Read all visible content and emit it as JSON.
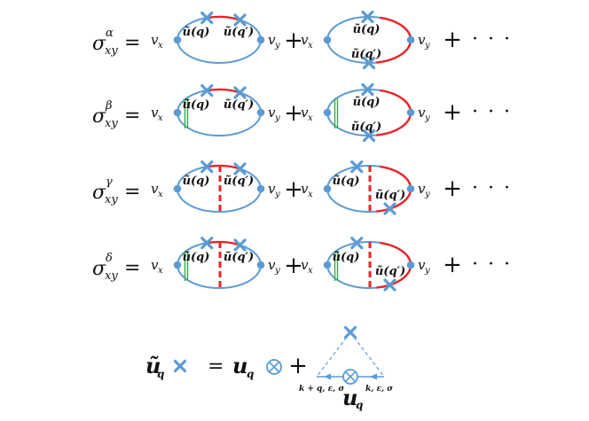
{
  "rows": [
    {
      "lhs": {
        "sigma": "σ",
        "sub": "xy",
        "sup": "α",
        "equals": "="
      },
      "plus": "+",
      "tail_plus": "+",
      "dots": "· · ·",
      "left_vertex": "v",
      "left_vertex_sub": "x",
      "right_vertex": "v",
      "right_vertex_sub": "y",
      "diagrams": [
        {
          "crosses": [
            "top-a",
            "top-b"
          ],
          "red_arc": "top",
          "green_ladder": false,
          "red_dashed": false,
          "labels": [
            "ũ(q)",
            "ũ(q′)"
          ],
          "label_pos": [
            "top-left",
            "top-right"
          ]
        },
        {
          "crosses": [
            "top-mid",
            "bottom-mid"
          ],
          "red_arc": "right",
          "green_ladder": false,
          "red_dashed": false,
          "labels": [
            "ũ(q)",
            "ũ(q′)"
          ],
          "label_pos": [
            "top-center",
            "bottom-center"
          ]
        }
      ]
    },
    {
      "lhs": {
        "sigma": "σ",
        "sub": "xy",
        "sup": "β",
        "equals": "="
      },
      "plus": "+",
      "tail_plus": "+",
      "dots": "· · ·",
      "left_vertex": "v",
      "left_vertex_sub": "x",
      "right_vertex": "v",
      "right_vertex_sub": "y",
      "diagrams": [
        {
          "crosses": [
            "top-a",
            "top-b"
          ],
          "red_arc": "top",
          "green_ladder": true,
          "red_dashed": false,
          "labels": [
            "ũ(q)",
            "ũ(q′)"
          ],
          "label_pos": [
            "top-left",
            "top-right"
          ]
        },
        {
          "crosses": [
            "top-mid",
            "bottom-mid"
          ],
          "red_arc": "right",
          "green_ladder": true,
          "red_dashed": false,
          "labels": [
            "ũ(q)",
            "ũ(q′)"
          ],
          "label_pos": [
            "top-center",
            "bottom-center"
          ]
        }
      ]
    },
    {
      "lhs": {
        "sigma": "σ",
        "sub": "xy",
        "sup": "γ",
        "equals": "="
      },
      "plus": "+",
      "tail_plus": "+",
      "dots": "· · ·",
      "left_vertex": "v",
      "left_vertex_sub": "x",
      "right_vertex": "v",
      "right_vertex_sub": "y",
      "diagrams": [
        {
          "crosses": [
            "top-a",
            "top-b"
          ],
          "red_arc": "top",
          "green_ladder": false,
          "red_dashed": true,
          "labels": [
            "ũ(q)",
            "ũ(q′)"
          ],
          "label_pos": [
            "top-left",
            "top-right"
          ]
        },
        {
          "crosses": [
            "top-a",
            "bottom-right"
          ],
          "red_arc": "right",
          "green_ladder": false,
          "red_dashed": true,
          "labels": [
            "ũ(q)",
            "ũ(q′)"
          ],
          "label_pos": [
            "top-left",
            "bottom-right"
          ]
        }
      ]
    },
    {
      "lhs": {
        "sigma": "σ",
        "sub": "xy",
        "sup": "δ",
        "equals": "="
      },
      "plus": "+",
      "tail_plus": "+",
      "dots": "· · ·",
      "left_vertex": "v",
      "left_vertex_sub": "x",
      "right_vertex": "v",
      "right_vertex_sub": "y",
      "diagrams": [
        {
          "crosses": [
            "top-a",
            "top-b"
          ],
          "red_arc": "top",
          "green_ladder": true,
          "red_dashed": true,
          "labels": [
            "ũ(q)",
            "ũ(q′)"
          ],
          "label_pos": [
            "top-left",
            "top-right"
          ]
        },
        {
          "crosses": [
            "top-a",
            "bottom-right"
          ],
          "red_arc": "right",
          "green_ladder": true,
          "red_dashed": true,
          "labels": [
            "ũ(q)",
            "ũ(q′)"
          ],
          "label_pos": [
            "top-left",
            "bottom-right"
          ]
        }
      ]
    }
  ],
  "legend": {
    "lhs_symbol": "ũ",
    "lhs_sub": "q",
    "equals": "=",
    "term1_symbol": "u",
    "term1_sub": "q",
    "plus": "+",
    "loop_left_momentum": "k + q, ε, σ",
    "loop_right_momentum": "k, ε, σ",
    "loop_bottom_symbol": "u",
    "loop_bottom_sub": "q"
  },
  "colors": {
    "blue_line": "#5b9bd5",
    "red_line": "#e8262a",
    "green_line": "#3aaa4a",
    "cross": "#5b9bd5",
    "vertex": "#5b9bd5"
  }
}
